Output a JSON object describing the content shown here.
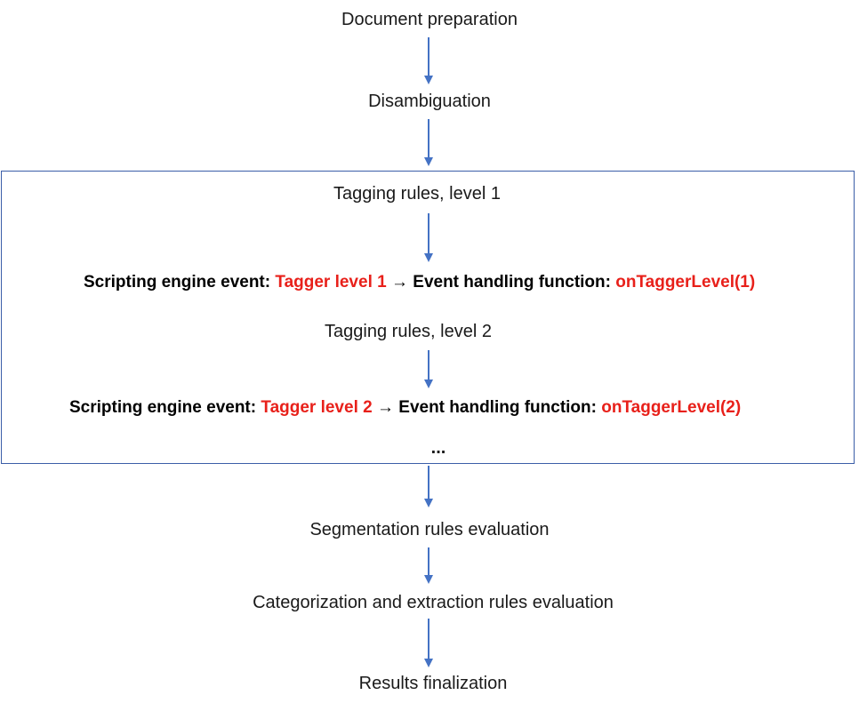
{
  "steps": {
    "document_preparation": "Document preparation",
    "disambiguation": "Disambiguation",
    "tagging_level_1": "Tagging rules, level 1",
    "tagging_level_2": "Tagging rules, level 2",
    "segmentation": "Segmentation rules evaluation",
    "categorization": "Categorization and extraction rules evaluation",
    "results": "Results finalization"
  },
  "events": [
    {
      "prefix": "Scripting engine event: ",
      "event_name": "Tagger level 1",
      "arrow": "→",
      "handler_prefix": "Event handling function: ",
      "handler_name": "onTaggerLevel(1)"
    },
    {
      "prefix": "Scripting engine event: ",
      "event_name": "Tagger level 2",
      "arrow": "→",
      "handler_prefix": "Event handling function: ",
      "handler_name": "onTaggerLevel(2)"
    }
  ],
  "ellipsis": "...",
  "colors": {
    "arrow": "#4472c4",
    "frame": "#3b5ea8",
    "highlight": "#e8201a"
  }
}
